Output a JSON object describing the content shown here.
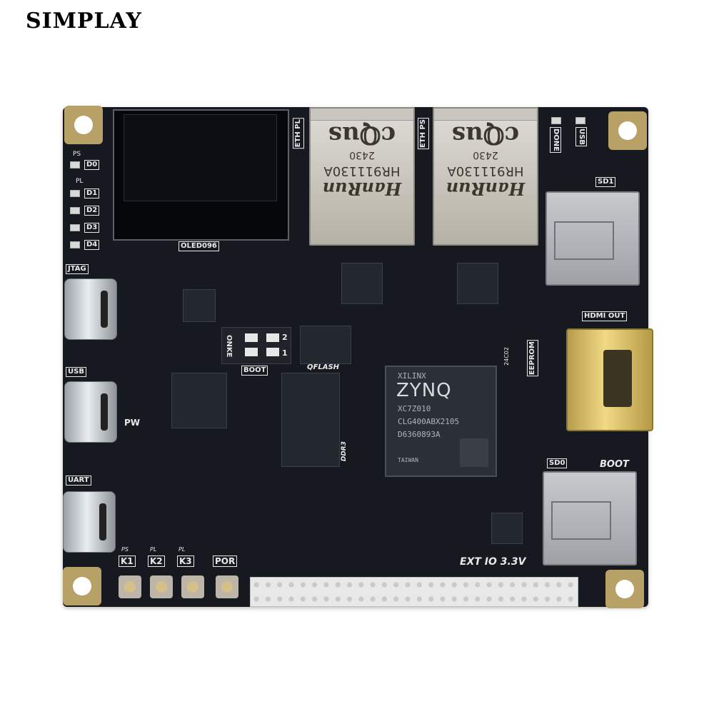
{
  "brand": "SIMPLAY",
  "board": {
    "oled_label": "OLED096",
    "eth_pl_label": "ETH PL",
    "eth_ps_label": "ETH PS",
    "eth_ul_mark": "cℚus",
    "eth_code": "2430",
    "eth_model": "HR911130A",
    "eth_brand": "HanRun",
    "done_label": "DONE",
    "usb_led_label": "USB",
    "sd1_label": "SD1",
    "hdmi_label": "HDMI OUT",
    "sd0_label": "SD0",
    "boot_italic": "BOOT",
    "jtag_label": "JTAG",
    "usb_label": "USB",
    "uart_label": "UART",
    "pw_label": "PW",
    "ps_led_group": "PS",
    "pl_led_group": "PL",
    "leds": [
      "D0",
      "D1",
      "D2",
      "D3",
      "D4"
    ],
    "boot_label": "BOOT",
    "dip_text": "ONKE",
    "dip_num_top": "2",
    "dip_num_bottom": "1",
    "qflash_label": "QFLASH",
    "ddr3_label": "DDR3",
    "eeprom_label": "EEPROM",
    "eeprom_chip": "24C02",
    "zynq": {
      "maker": "XILINX",
      "brand": "ZYNQ",
      "part": "XC7Z010",
      "package": "CLG400ABX2105",
      "lot": "D6360893A",
      "origin": "TAIWAN"
    },
    "ext_io_label": "EXT IO 3.3V",
    "buttons": [
      {
        "label": "K1",
        "sub": "PS"
      },
      {
        "label": "K2",
        "sub": "PL"
      },
      {
        "label": "K3",
        "sub": "PL"
      },
      {
        "label": "POR",
        "sub": ""
      }
    ]
  },
  "colors": {
    "pcb": "#16191f",
    "silkscreen": "#e9e9e9",
    "gold": "#d9c27a"
  }
}
